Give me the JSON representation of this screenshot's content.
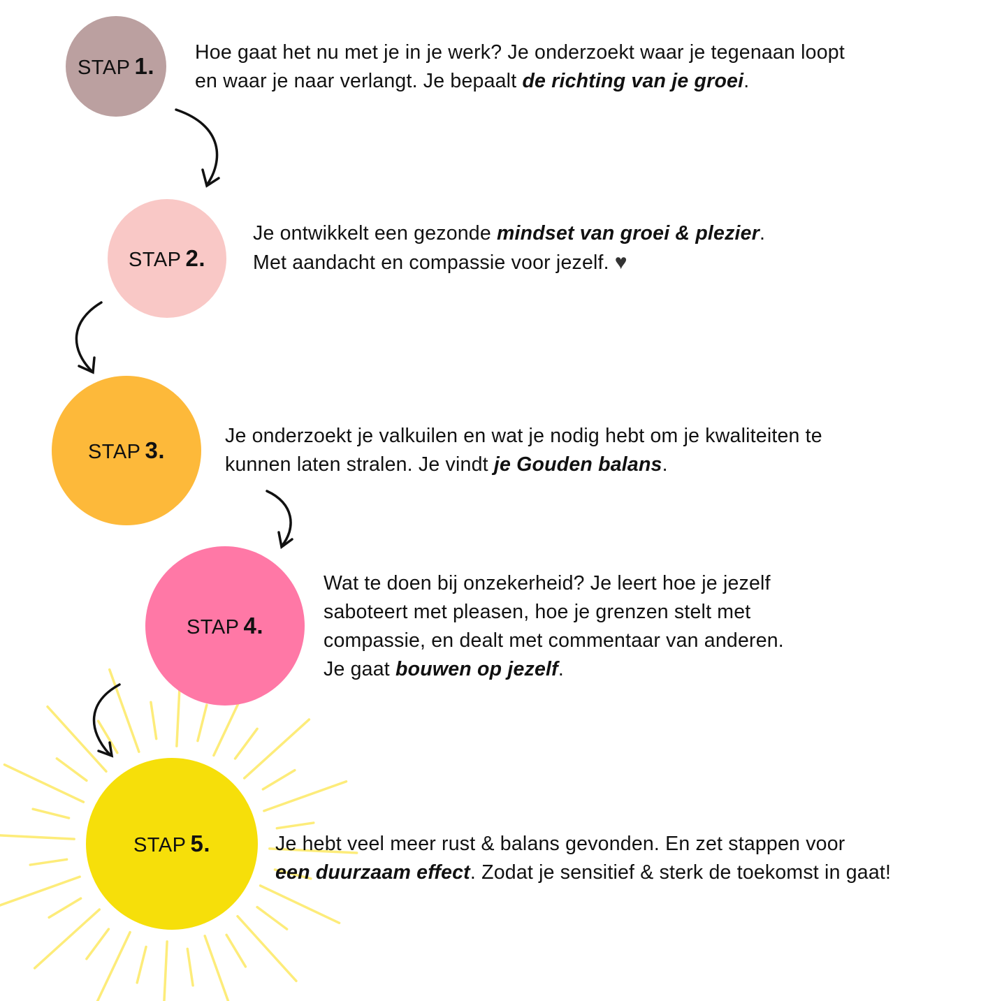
{
  "colors": {
    "step1": "#bba0a0",
    "step2": "#f9c8c6",
    "step3": "#fdb93a",
    "step4": "#ff78a6",
    "step5": "#f6df0a",
    "rays": "#fdec7a"
  },
  "steps": [
    {
      "label": "STAP",
      "num": "1.",
      "lines": [
        [
          "Hoe gaat het nu met je in je werk?  Je onderzoekt waar je tegenaan loopt"
        ],
        [
          "en waar je naar verlangt. Je bepaalt ",
          "de richting van je groei",
          "."
        ]
      ]
    },
    {
      "label": "STAP",
      "num": "2.",
      "lines": [
        [
          "Je ontwikkelt een gezonde ",
          "mindset van groei & plezier",
          "."
        ],
        [
          "Met aandacht en compassie voor jezelf."
        ]
      ],
      "icon": "heart-icon"
    },
    {
      "label": "STAP",
      "num": "3.",
      "lines": [
        [
          "Je onderzoekt je valkuilen en wat je nodig hebt om je kwaliteiten te"
        ],
        [
          "kunnen laten stralen. Je vindt ",
          "je Gouden balans",
          "."
        ]
      ]
    },
    {
      "label": "STAP",
      "num": "4.",
      "lines": [
        [
          "Wat te doen bij onzekerheid? Je leert hoe je jezelf"
        ],
        [
          "saboteert met pleasen, hoe je grenzen stelt met"
        ],
        [
          "compassie, en dealt met commentaar van anderen."
        ],
        [
          "Je gaat ",
          "bouwen op jezelf",
          "."
        ]
      ]
    },
    {
      "label": "STAP",
      "num": "5.",
      "lines": [
        [
          "Je hebt veel meer rust & balans gevonden. En zet stappen voor"
        ],
        [
          "",
          "een duurzaam effect",
          ". Zodat je sensitief & sterk de toekomst in gaat!"
        ]
      ]
    }
  ]
}
